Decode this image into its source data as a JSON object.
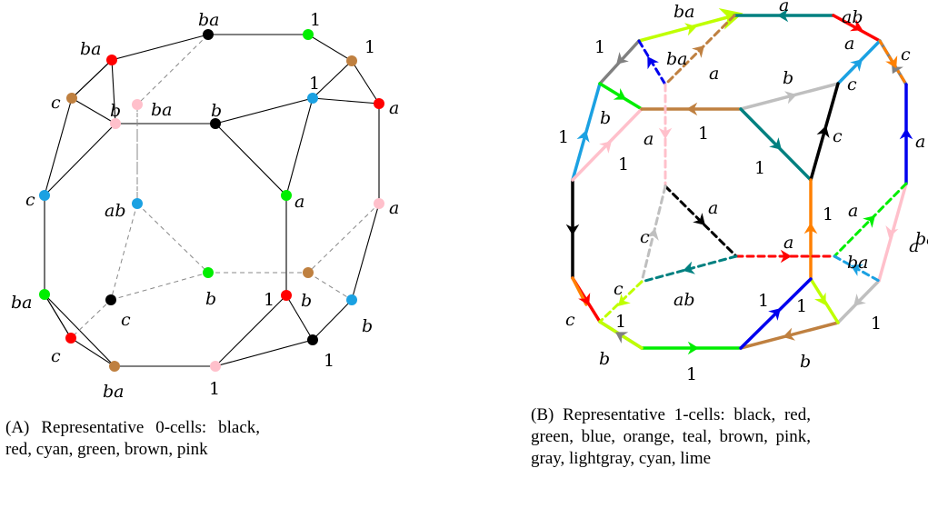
{
  "caption_a": {
    "tag": "(A)",
    "text": "Representative 0-cells: black, red, cyan, green, brown, pink"
  },
  "caption_b": {
    "tag": "(B)",
    "text": "Representative 1-cells: black, red, green, blue, orange, teal, brown, pink, gray, lightgray, cyan, lime"
  },
  "colors": {
    "black": "#000000",
    "red": "#ff0000",
    "green": "#00ee00",
    "blue": "#0000ee",
    "orange": "#ff8000",
    "teal": "#008080",
    "brown": "#bf8040",
    "pink": "#ffc0cb",
    "gray": "#808080",
    "lightgray": "#bfbfbf",
    "cyan": "#1ba1e2",
    "lime": "#bfff00"
  },
  "panel_a": {
    "vertices": [
      {
        "id": "a_top_ba",
        "color": "black",
        "label": "ba"
      },
      {
        "id": "a_top_1",
        "color": "green",
        "label": "1"
      },
      {
        "id": "a_ba_left",
        "color": "red",
        "label": "ba"
      },
      {
        "id": "a_1_right",
        "color": "brown",
        "label": "1"
      },
      {
        "id": "a_c_tl",
        "color": "brown",
        "label": "c"
      },
      {
        "id": "a_ba_inner",
        "color": "pink",
        "label": "ba"
      },
      {
        "id": "a_1_inner",
        "color": "cyan",
        "label": "1"
      },
      {
        "id": "a_a_right",
        "color": "red",
        "label": "a"
      },
      {
        "id": "a_b_left",
        "color": "pink",
        "label": "b"
      },
      {
        "id": "a_b_mid",
        "color": "black",
        "label": "b"
      },
      {
        "id": "a_c_left",
        "color": "cyan",
        "label": "c"
      },
      {
        "id": "a_ab",
        "color": "cyan",
        "label": "ab"
      },
      {
        "id": "a_a_mid",
        "color": "green",
        "label": "a"
      },
      {
        "id": "a_a_right2",
        "color": "pink",
        "label": "a"
      },
      {
        "id": "a_b_center",
        "color": "green",
        "label": "b"
      },
      {
        "id": "a_b_right",
        "color": "brown",
        "label": "b"
      },
      {
        "id": "a_ba_bl",
        "color": "green",
        "label": "ba"
      },
      {
        "id": "a_c_center",
        "color": "black",
        "label": "c"
      },
      {
        "id": "a_1_br",
        "color": "red",
        "label": "1"
      },
      {
        "id": "a_b_br",
        "color": "cyan",
        "label": "b"
      },
      {
        "id": "a_c_bl",
        "color": "red",
        "label": "c"
      },
      {
        "id": "a_1_bottom",
        "color": "black",
        "label": "1"
      },
      {
        "id": "a_ba_bottom",
        "color": "brown",
        "label": "ba"
      },
      {
        "id": "a_1_bottom2",
        "color": "pink",
        "label": "1"
      }
    ]
  },
  "panel_b": {
    "labels": [
      "ba",
      "a",
      "ab",
      "1",
      "a",
      "c",
      "ba",
      "a",
      "b",
      "c",
      "1",
      "b",
      "a",
      "c",
      "a",
      "1",
      "1",
      "1",
      "a",
      "a",
      "1",
      "a",
      "c",
      "a",
      "ba",
      "ba",
      "c",
      "ab",
      "c",
      "1",
      "1",
      "1",
      "1",
      "b",
      "1",
      "b"
    ]
  }
}
